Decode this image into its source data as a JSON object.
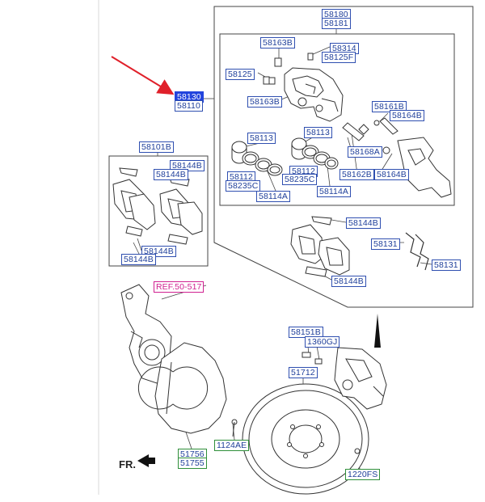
{
  "labels": {
    "l58180": "58180",
    "l58181": "58181",
    "l58163B_a": "58163B",
    "l58314": "58314",
    "l58125F": "58125F",
    "l58125": "58125",
    "l58130": "58130",
    "l58110": "58110",
    "l58163B_b": "58163B",
    "l58161B": "58161B",
    "l58164B_a": "58164B",
    "l58113_a": "58113",
    "l58113_b": "58113",
    "l58168A": "58168A",
    "l58101B": "58101B",
    "l58144B_a": "58144B",
    "l58144B_b": "58144B",
    "l58112_a": "58112",
    "l58235C_a": "58235C",
    "l58112_b": "58112",
    "l58235C_b": "58235C",
    "l58162B": "58162B",
    "l58164B_b": "58164B",
    "l58114A_a": "58114A",
    "l58114A_b": "58114A",
    "l58144B_c": "58144B",
    "l58131_a": "58131",
    "l58131_b": "58131",
    "l58144B_d": "58144B",
    "l58144B_e": "58144B",
    "l58144B_f": "58144B",
    "ref": "REF.50-517",
    "l58151B": "58151B",
    "l1360GJ": "1360GJ",
    "l51712": "51712",
    "l51756": "51756",
    "l51755": "51755",
    "l1124AE": "1124AE",
    "l1220FS": "1220FS",
    "fr": "FR."
  }
}
